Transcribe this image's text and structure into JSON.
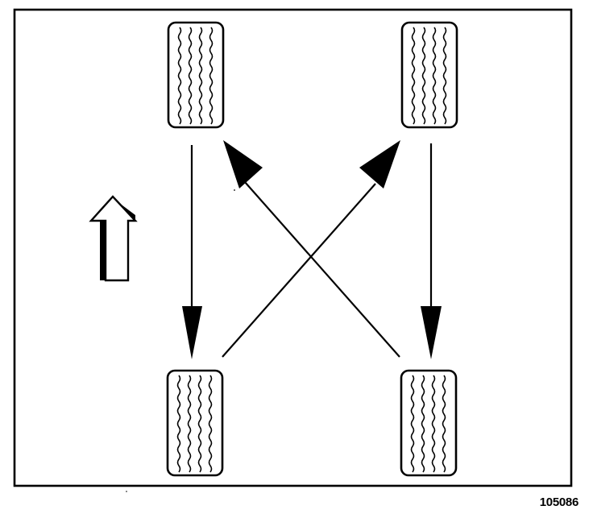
{
  "figure": {
    "number": "105086"
  },
  "diagram": {
    "kind": "tire-rotation-pattern",
    "pattern": "cross-to-front",
    "direction_indicator": "forward-arrow-icon",
    "tires": [
      {
        "id": "front-left"
      },
      {
        "id": "front-right"
      },
      {
        "id": "rear-left"
      },
      {
        "id": "rear-right"
      }
    ],
    "rotations": [
      {
        "from": "front-left",
        "to": "rear-left"
      },
      {
        "from": "front-right",
        "to": "rear-right"
      },
      {
        "from": "rear-left",
        "to": "front-right"
      },
      {
        "from": "rear-right",
        "to": "front-left"
      }
    ],
    "colors": {
      "ink": "#000000",
      "paper": "#ffffff"
    }
  }
}
